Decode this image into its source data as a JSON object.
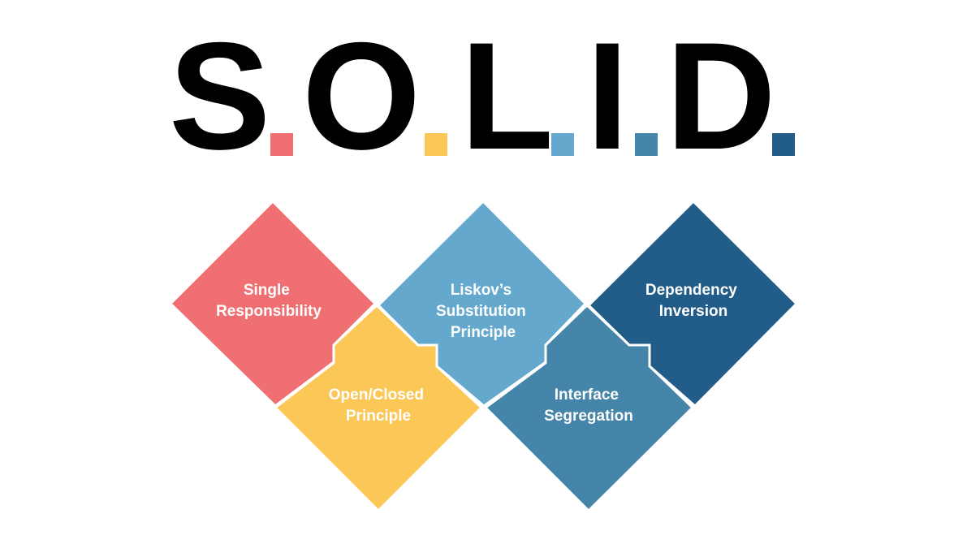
{
  "title": {
    "letters": [
      "S",
      "O",
      "L",
      "I",
      "D"
    ],
    "dot_colors": [
      "#ef6f72",
      "#fbc756",
      "#64a8cd",
      "#4585aa",
      "#215d88"
    ]
  },
  "principles": [
    {
      "lines": [
        "Single",
        "Responsibility"
      ],
      "color": "#ef6f72"
    },
    {
      "lines": [
        "Open/Closed",
        "Principle"
      ],
      "color": "#fbc756"
    },
    {
      "lines": [
        "Liskov’s",
        "Substitution",
        "Principle"
      ],
      "color": "#64a8cd"
    },
    {
      "lines": [
        "Interface",
        "Segregation"
      ],
      "color": "#4585aa"
    },
    {
      "lines": [
        "Dependency",
        "Inversion"
      ],
      "color": "#215d88"
    }
  ]
}
